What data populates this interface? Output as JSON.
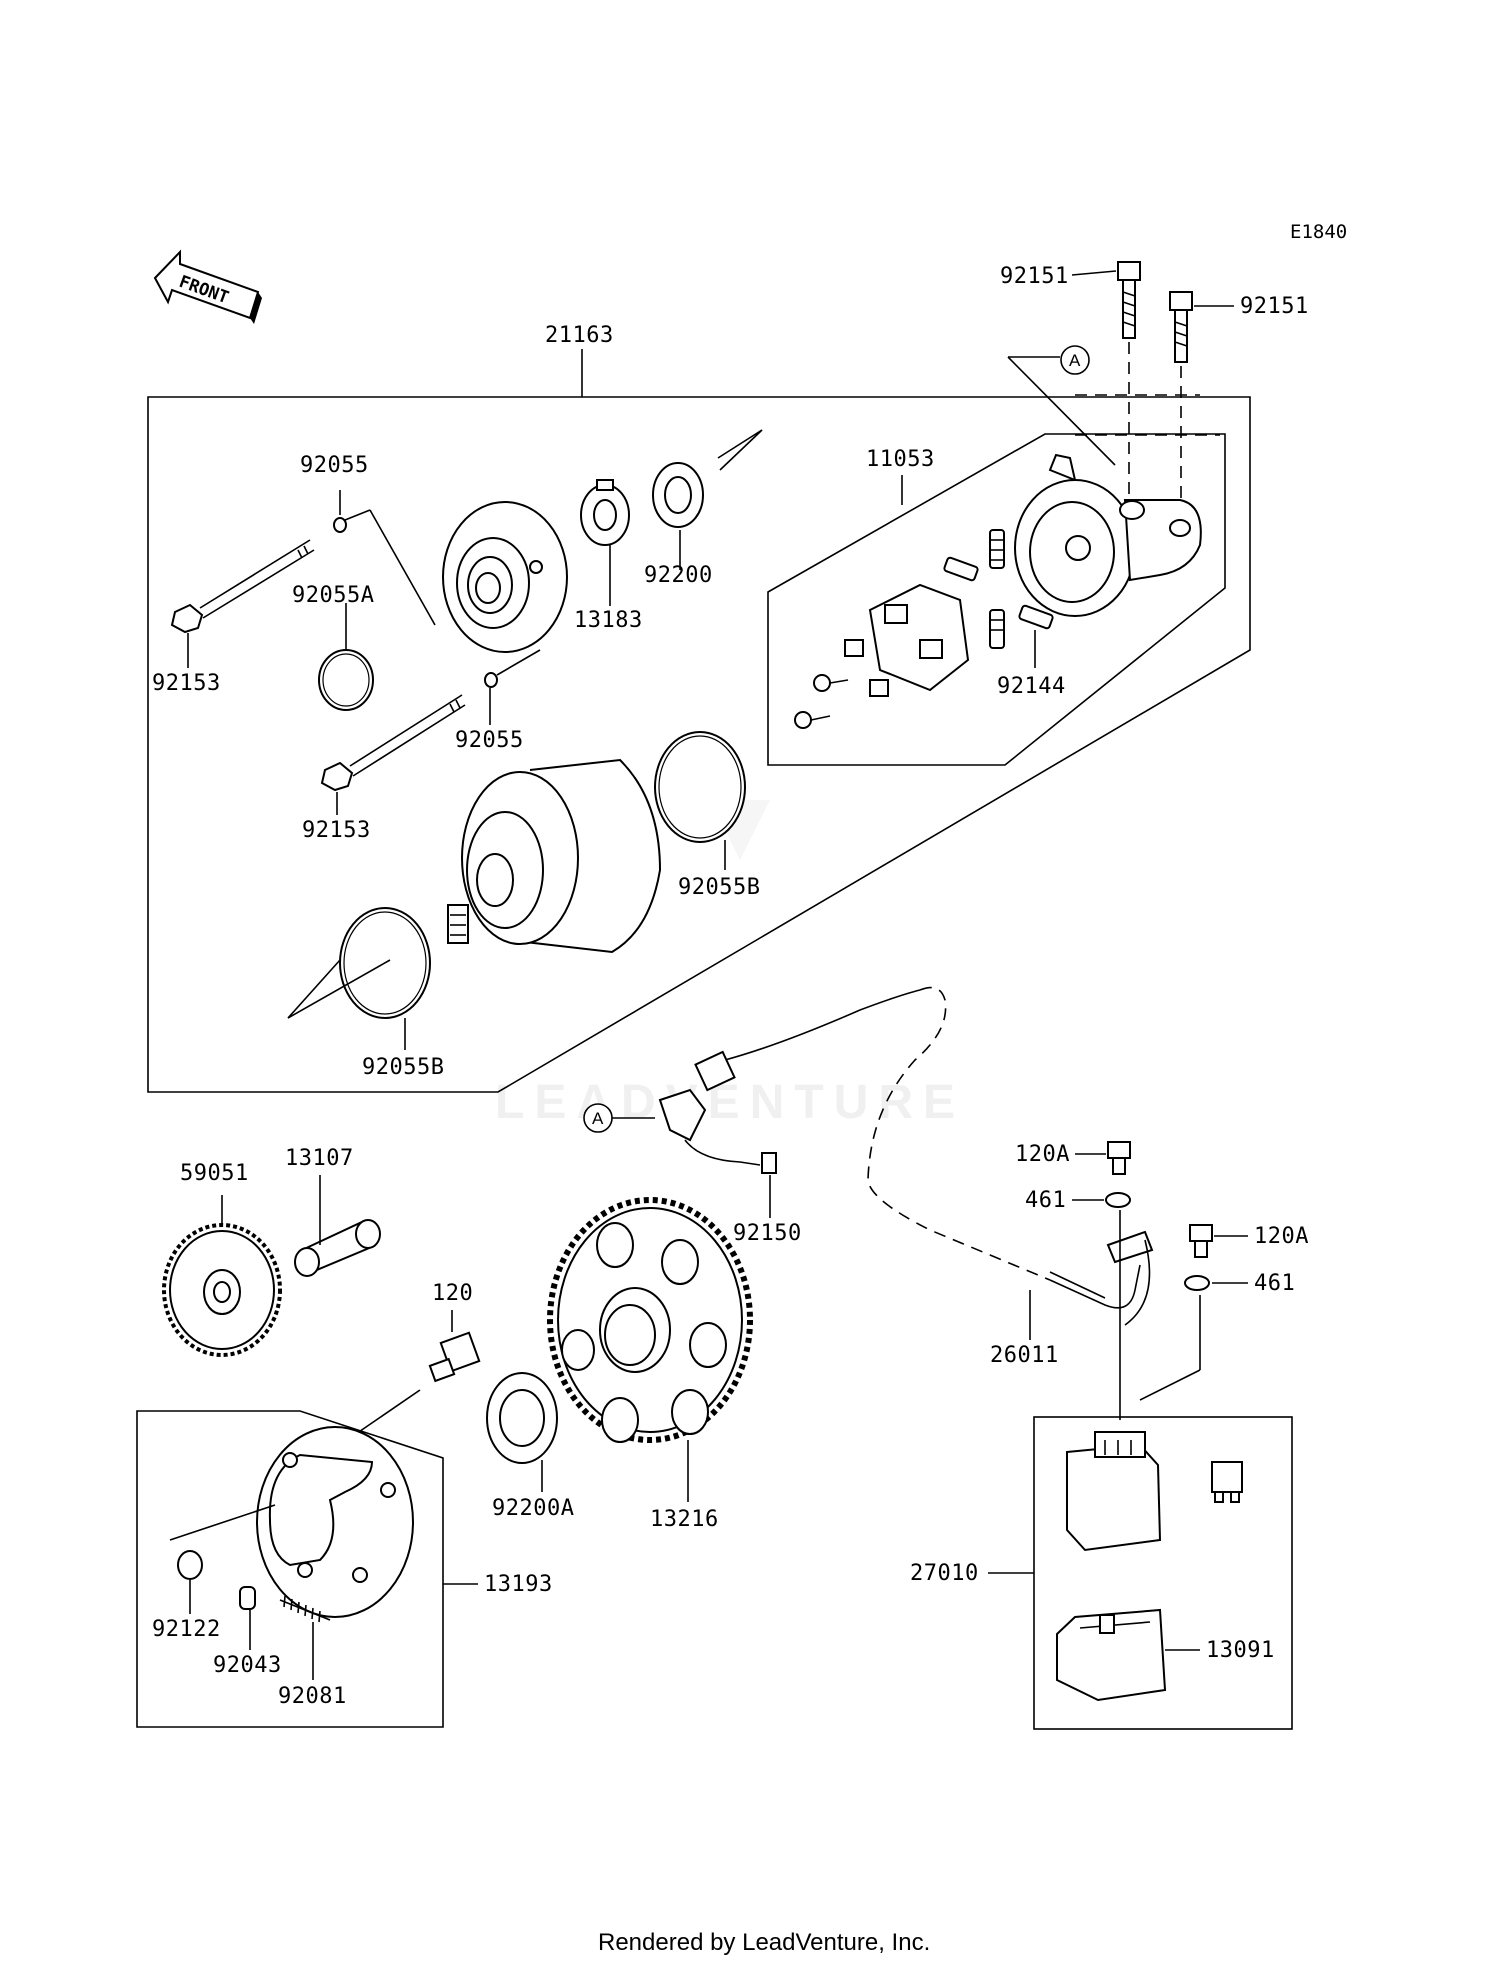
{
  "diagram_code": "E1840",
  "front_label": "FRONT",
  "watermark": "LEADVENTURE",
  "footer": "Rendered by LeadVenture, Inc.",
  "ref_marker": "A",
  "labels": {
    "p21163": "21163",
    "p11053": "11053",
    "p92151a": "92151",
    "p92151b": "92151",
    "p92055a": "92055",
    "p92055A": "92055A",
    "p92055b": "92055",
    "p92153a": "92153",
    "p92153b": "92153",
    "p13183": "13183",
    "p92200": "92200",
    "p92144": "92144",
    "p92055Ba": "92055B",
    "p92055Bb": "92055B",
    "p59051": "59051",
    "p13107": "13107",
    "p120": "120",
    "p92150": "92150",
    "p120Aa": "120A",
    "p120Ab": "120A",
    "p461a": "461",
    "p461b": "461",
    "p26011": "26011",
    "p92200A": "92200A",
    "p13216": "13216",
    "p13193": "13193",
    "p92122": "92122",
    "p92043": "92043",
    "p92081": "92081",
    "p27010": "27010",
    "p13091": "13091"
  }
}
